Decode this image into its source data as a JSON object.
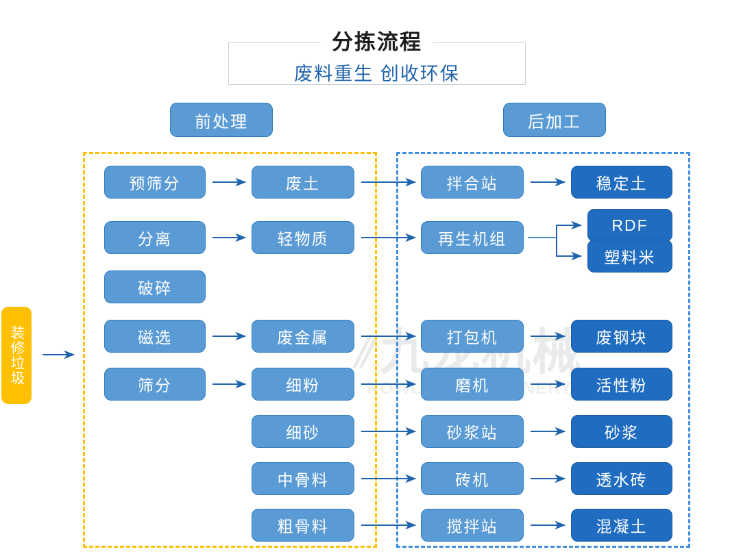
{
  "header": {
    "title": "分拣流程",
    "subtitle": "废料重生 创收环保"
  },
  "watermark": {
    "cn": "九龙机械",
    "en": "KOWLOONMACHINERY"
  },
  "stages": {
    "pre_label": "前处理",
    "post_label": "后加工"
  },
  "feedstock": {
    "label": "装修垃圾"
  },
  "columns": {
    "process_pre": [
      {
        "label": "预筛分"
      },
      {
        "label": "分离"
      },
      {
        "label": "破碎"
      },
      {
        "label": "磁选"
      },
      {
        "label": "筛分"
      }
    ],
    "material": [
      {
        "label": "废土"
      },
      {
        "label": "轻物质"
      },
      {
        "label": "废金属"
      },
      {
        "label": "细粉"
      },
      {
        "label": "细砂"
      },
      {
        "label": "中骨料"
      },
      {
        "label": "粗骨料"
      }
    ],
    "process_post": [
      {
        "label": "拌合站"
      },
      {
        "label": "再生机组"
      },
      {
        "label": "打包机"
      },
      {
        "label": "磨机"
      },
      {
        "label": "砂浆站"
      },
      {
        "label": "砖机"
      },
      {
        "label": "搅拌站"
      }
    ],
    "product": [
      {
        "label": "稳定土"
      },
      {
        "label": "RDF"
      },
      {
        "label": "塑料米"
      },
      {
        "label": "废钢块"
      },
      {
        "label": "活性粉"
      },
      {
        "label": "砂浆"
      },
      {
        "label": "透水砖"
      },
      {
        "label": "混凝土"
      }
    ]
  },
  "colors": {
    "light_blue": "#5b9bd5",
    "dark_blue": "#1f6cc0",
    "yellow": "#ffc000",
    "arrow": "#1f63ad",
    "title_blue": "#1f63ad",
    "dash_yellow": "#ffc000",
    "dash_blue": "#3f8ede"
  }
}
